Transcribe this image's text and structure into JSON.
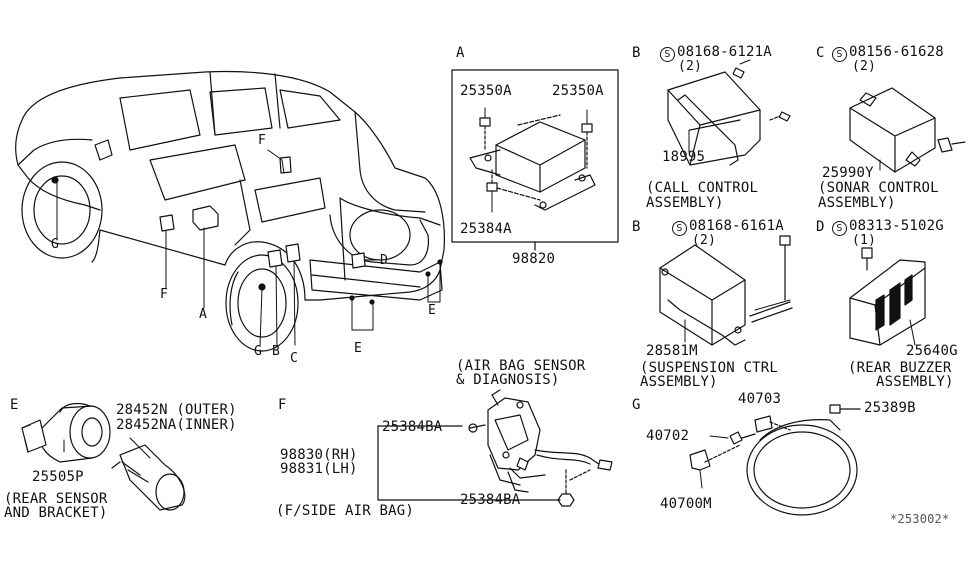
{
  "sections": {
    "a": "A",
    "b1": "B",
    "c": "C",
    "b2": "B",
    "d": "D",
    "e": "E",
    "f": "F",
    "g": "G"
  },
  "car_callouts": {
    "g": "G",
    "f_lower": "F",
    "f_upper": "F",
    "a": "A",
    "g2": "G",
    "b": "B",
    "c": "C",
    "d": "D",
    "e_right": "E",
    "e_bottom": "E"
  },
  "section_a": {
    "bolt_left": "25350A",
    "bolt_right": "25350A",
    "screw": "25384A",
    "assembly": "98820"
  },
  "section_b1": {
    "screw_symbol": "S",
    "screw_part": "08168-6121A",
    "screw_qty": "(2)",
    "unit": "18995",
    "name_line1": "(CALL CONTROL",
    "name_line2": "ASSEMBLY)"
  },
  "section_c": {
    "screw_symbol": "S",
    "screw_part": "08156-61628",
    "screw_qty": "(2)",
    "unit": "25990Y",
    "name_line1": "(SONAR CONTROL",
    "name_line2": "ASSEMBLY)"
  },
  "section_b2": {
    "screw_symbol": "S",
    "screw_part": "08168-6161A",
    "screw_qty": "(2)",
    "unit": "28581M",
    "name_line1": "(SUSPENSION CTRL",
    "name_line2": "ASSEMBLY)"
  },
  "section_d": {
    "screw_symbol": "S",
    "screw_part": "08313-5102G",
    "screw_qty": "(1)",
    "unit": "25640G",
    "name_line1": "(REAR BUZZER",
    "name_line2": "ASSEMBLY)"
  },
  "section_e": {
    "sensor_outer": "28452N (OUTER)",
    "sensor_inner": "28452NA(INNER)",
    "bracket": "25505P",
    "name_line1": "(REAR SENSOR",
    "name_line2": "AND BRACKET)"
  },
  "section_f": {
    "heading_line1": "(AIR BAG SENSOR",
    "heading_line2": "& DIAGNOSIS)",
    "rh": "98830(RH)",
    "lh": "98831(LH)",
    "nut_top": "25384BA",
    "nut_bottom": "25384BA",
    "caption": "(F/SIDE AIR BAG)"
  },
  "section_g": {
    "sensor_top": "40703",
    "nut": "40702",
    "body": "40700M",
    "cap": "25389B"
  },
  "diagram_code": "*253002*"
}
